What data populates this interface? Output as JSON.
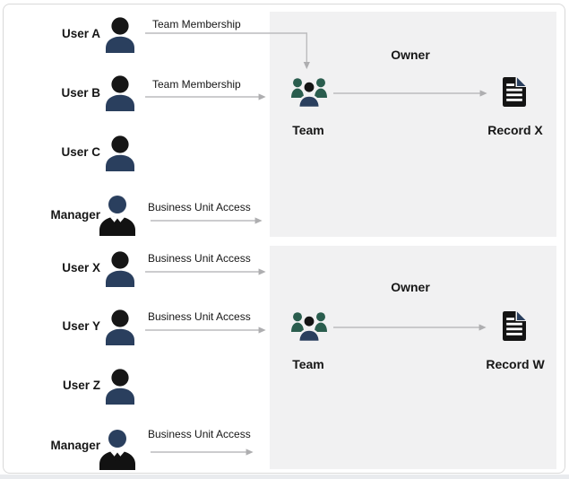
{
  "rows": [
    {
      "name": "User A",
      "icon": "person-icon",
      "relationship": "Team Membership"
    },
    {
      "name": "User B",
      "icon": "person-icon",
      "relationship": "Team Membership"
    },
    {
      "name": "User C",
      "icon": "person-icon",
      "relationship": ""
    },
    {
      "name": "Manager",
      "icon": "manager-person-icon",
      "relationship": "Business Unit Access"
    },
    {
      "name": "User X",
      "icon": "person-icon",
      "relationship": "Business Unit Access"
    },
    {
      "name": "User Y",
      "icon": "person-icon",
      "relationship": "Business Unit Access"
    },
    {
      "name": "User Z",
      "icon": "person-icon",
      "relationship": ""
    },
    {
      "name": "Manager",
      "icon": "manager-person-icon",
      "relationship": "Business Unit Access"
    }
  ],
  "panels": [
    {
      "owner_label": "Owner",
      "team_label": "Team",
      "record_label": "Record X"
    },
    {
      "owner_label": "Owner",
      "team_label": "Team",
      "record_label": "Record W"
    }
  ],
  "icons": {
    "user": "person-icon",
    "manager": "manager-person-icon",
    "team": "team-group-icon",
    "record": "record-document-icon"
  },
  "colors": {
    "person_body_navy": "#2a3f5e",
    "person_head_black": "#161616",
    "team_member_teal": "#2a5d4e",
    "panel_background": "#f1f1f2",
    "arrow_gray": "#b5b5b7",
    "text": "#161616",
    "frame_border": "#d9d9d9"
  }
}
